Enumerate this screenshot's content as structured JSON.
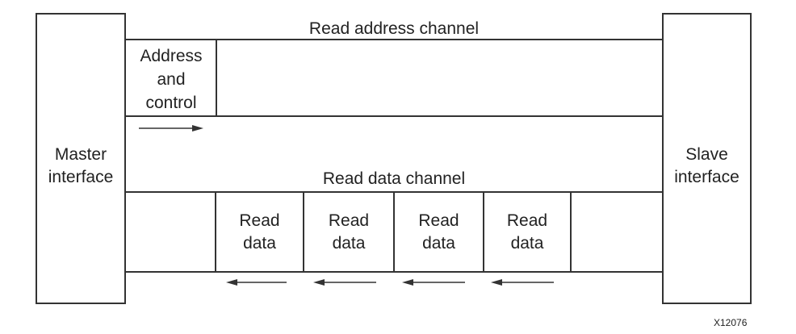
{
  "master": {
    "label": "Master\ninterface"
  },
  "slave": {
    "label": "Slave\ninterface"
  },
  "read_address_channel": {
    "title": "Read address channel",
    "cell": "Address\nand\ncontrol"
  },
  "read_data_channel": {
    "title": "Read data channel",
    "cells": [
      "Read\ndata",
      "Read\ndata",
      "Read\ndata",
      "Read\ndata"
    ]
  },
  "figure_id": "X12076",
  "colors": {
    "line": "#333333",
    "text": "#222222",
    "background": "#ffffff"
  }
}
